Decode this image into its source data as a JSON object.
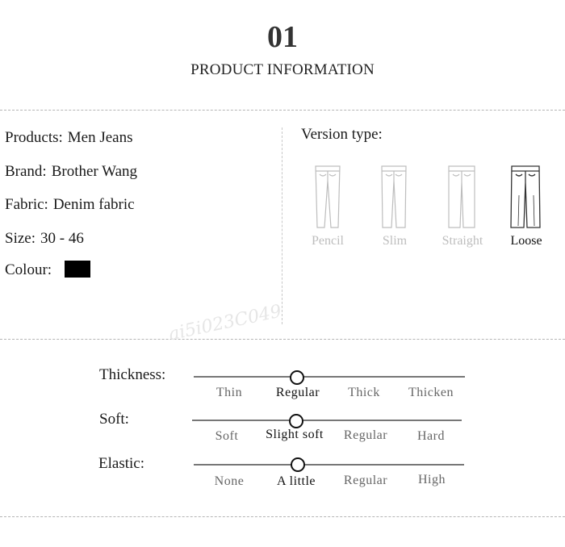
{
  "header": {
    "number": "01",
    "title": "PRODUCT INFORMATION"
  },
  "specs": [
    {
      "label": "Products:",
      "value": "Men Jeans"
    },
    {
      "label": "Brand:",
      "value": "Brother Wang"
    },
    {
      "label": "Fabric:",
      "value": "Denim fabric"
    },
    {
      "label": "Size:",
      "value": "30 - 46"
    }
  ],
  "colour": {
    "label": "Colour:",
    "swatch_color": "#000000"
  },
  "version": {
    "title": "Version type:",
    "types": [
      {
        "label": "Pencil",
        "icon": "pencil-jeans-icon",
        "active": false
      },
      {
        "label": "Slim",
        "icon": "slim-jeans-icon",
        "active": false
      },
      {
        "label": "Straight",
        "icon": "straight-jeans-icon",
        "active": false
      },
      {
        "label": "Loose",
        "icon": "loose-jeans-icon",
        "active": true
      }
    ]
  },
  "scales": [
    {
      "label": "Thickness:",
      "options": [
        "Thin",
        "Regular",
        "Thick",
        "Thicken"
      ],
      "selected": "Regular"
    },
    {
      "label": "Soft:",
      "options": [
        "Soft",
        "Slight soft",
        "Regular",
        "Hard"
      ],
      "selected": "Slight soft"
    },
    {
      "label": "Elastic:",
      "options": [
        "None",
        "A little",
        "Regular",
        "High"
      ],
      "selected": "A little"
    }
  ],
  "watermark": "ai5i023C049"
}
